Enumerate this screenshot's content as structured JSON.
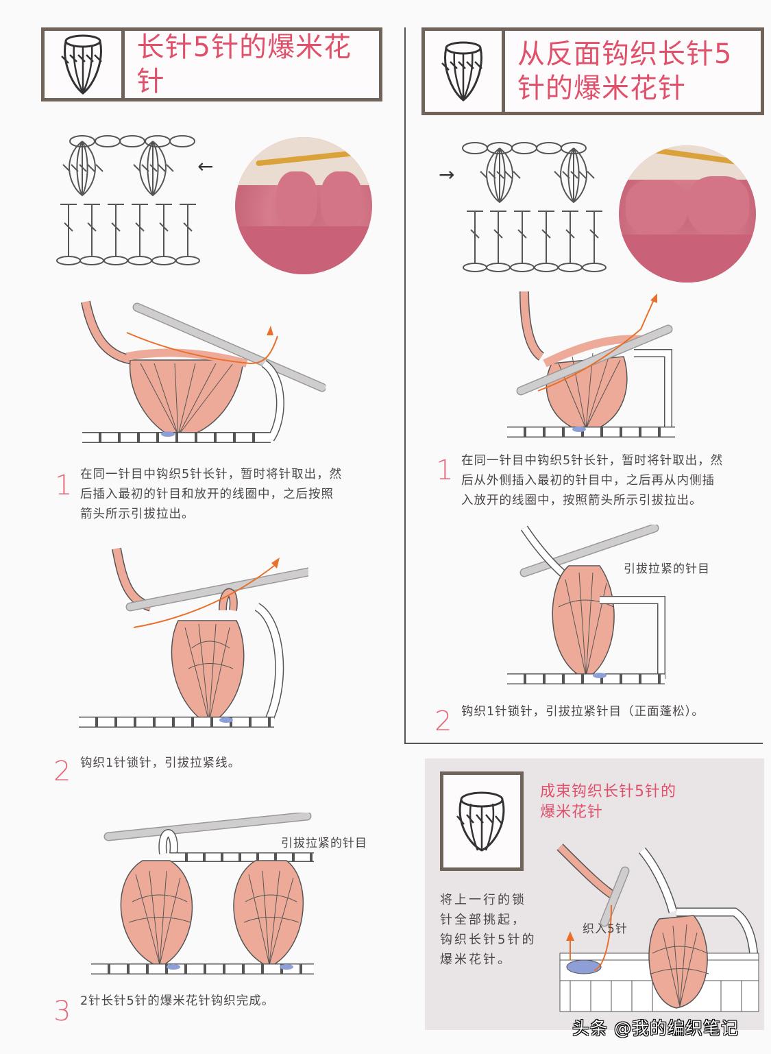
{
  "colors": {
    "title_red": "#e0506a",
    "step_number_pink": "#e46a7c",
    "frame_brown": "#6f635a",
    "yarn_pink": "#eeaa98",
    "hook_gray": "#c9c7c8",
    "arrow_orange": "#e8702a",
    "base_blue": "#8e9fd8",
    "panel_gray": "#e9e4e6"
  },
  "left_section": {
    "title": "长针5针的爆米花针",
    "icon": "popcorn-stitch-symbol-icon",
    "chart_arrow": "←",
    "steps": [
      {
        "number": "1",
        "lines": [
          "在同一针目中钩织5针长针，暂时将针取出，然",
          "后插入最初的针目和放开的线圈中，之后按照",
          "箭头所示引拔拉出。"
        ]
      },
      {
        "number": "2",
        "lines": [
          "钩织1针锁针，引拔拉紧线。"
        ]
      },
      {
        "number": "3",
        "lines": [
          "2针长针5针的爆米花针钩织完成。"
        ],
        "callout": "引拔拉紧的针目"
      }
    ]
  },
  "right_section": {
    "title_lines": [
      "从反面钩织长针5",
      "针的爆米花针"
    ],
    "icon": "popcorn-stitch-symbol-icon",
    "chart_arrow": "→",
    "steps": [
      {
        "number": "1",
        "lines": [
          "在同一针目中钩织5针长针，暂时将针取出，然",
          "后从外侧插入最初的针目中，之后再从内侧插",
          "入放开的线圈中，按照箭头所示引拔拉出。"
        ]
      },
      {
        "number": "2",
        "lines": [
          "钩织1针锁针，引拔拉紧针目（正面蓬松）。"
        ],
        "callout": "引拔拉紧的针目"
      }
    ]
  },
  "bottom_panel": {
    "title_lines": [
      "成束钩织长针5针的",
      "爆米花针"
    ],
    "icon": "popcorn-stitch-bundle-symbol-icon",
    "description_lines": [
      "将上一行的锁",
      "针全部挑起，",
      "钩织长针5针的",
      "爆米花针。"
    ],
    "callout": "织入5针"
  },
  "watermark": "头条 @我的编织笔记"
}
